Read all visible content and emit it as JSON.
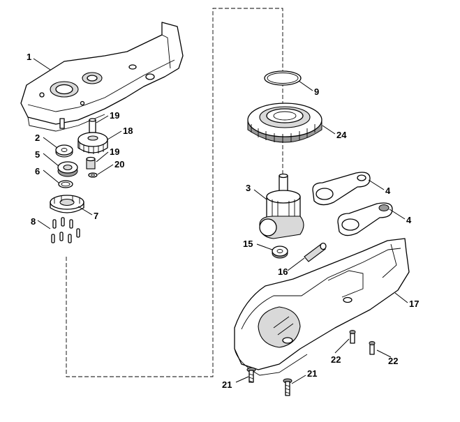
{
  "diagram": {
    "labels": {
      "p1": "1",
      "p2": "2",
      "p5": "5",
      "p6": "6",
      "p7": "7",
      "p8": "8",
      "p9": "9",
      "p24": "24",
      "p3": "3",
      "p4a": "4",
      "p4b": "4",
      "p15": "15",
      "p16": "16",
      "p17": "17",
      "p18": "18",
      "p19a": "19",
      "p19b": "19",
      "p20": "20",
      "p21a": "21",
      "p21b": "21",
      "p22a": "22",
      "p22b": "22"
    }
  }
}
